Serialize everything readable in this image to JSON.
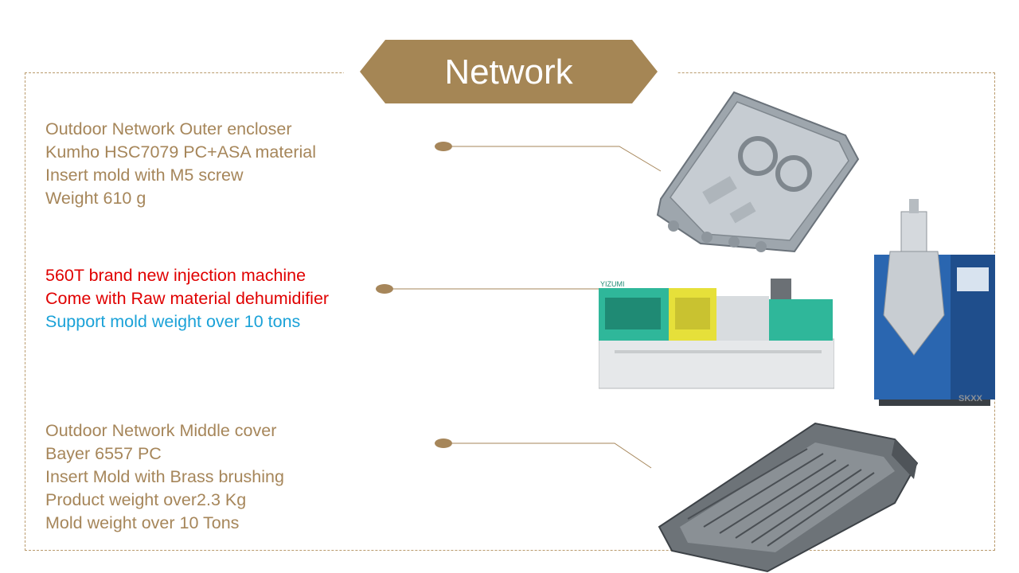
{
  "title": "Network",
  "blocks": [
    {
      "lines": [
        {
          "text": "Outdoor Network Outer encloser",
          "color": "#a6865a"
        },
        {
          "text": "Kumho HSC7079 PC+ASA material",
          "color": "#a6865a"
        },
        {
          "text": "Insert mold with M5 screw",
          "color": "#a6865a"
        },
        {
          "text": "Weight 610 g",
          "color": "#a6865a"
        }
      ]
    },
    {
      "lines": [
        {
          "text": "560T brand new injection machine",
          "color": "#e00000"
        },
        {
          "text": "Come with Raw material dehumidifier",
          "color": "#e00000"
        },
        {
          "text": "Support mold weight over  10 tons",
          "color": "#1ba2d8"
        }
      ]
    },
    {
      "lines": [
        {
          "text": "Outdoor Network Middle cover",
          "color": "#a6865a"
        },
        {
          "text": "Bayer 6557 PC",
          "color": "#a6865a"
        },
        {
          "text": "Insert Mold with Brass brushing",
          "color": "#a6865a"
        },
        {
          "text": "Product weight over2.3 Kg",
          "color": "#a6865a"
        },
        {
          "text": "Mold weight over 10 Tons",
          "color": "#a6865a"
        }
      ]
    }
  ],
  "images": {
    "dryer_logo": "SKXX",
    "machine_brand": "YIZUMI"
  },
  "colors": {
    "accent": "#a6865a",
    "banner": "#a58655",
    "red": "#e00000",
    "blue": "#1ba2d8"
  }
}
